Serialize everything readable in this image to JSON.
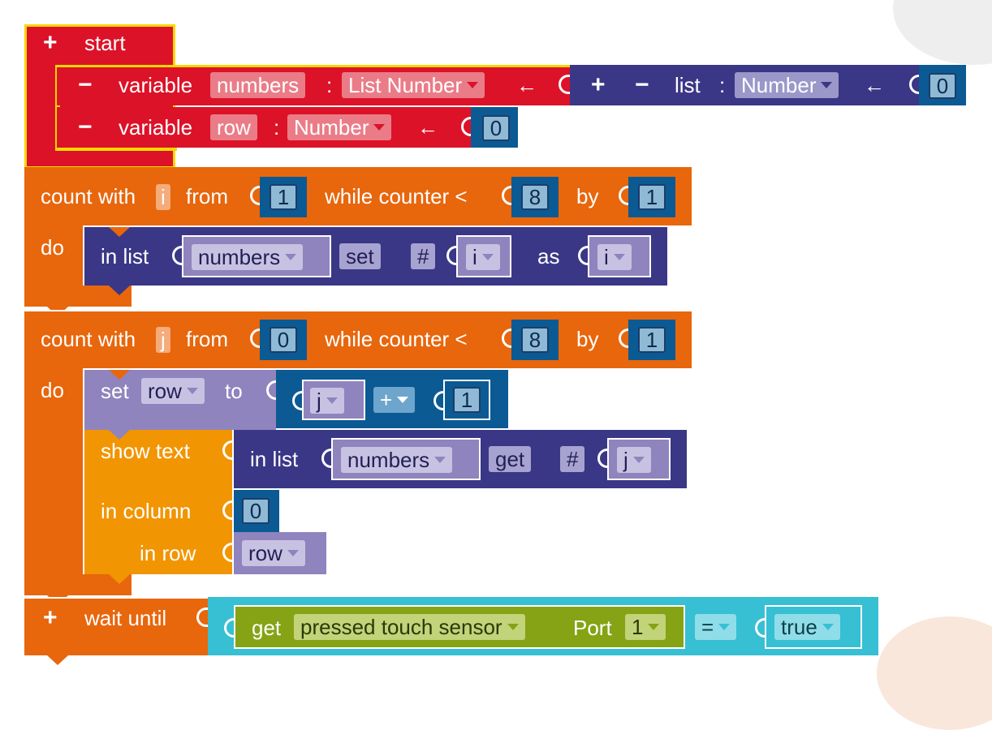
{
  "colors": {
    "start": "#dc1228",
    "loop": "#e8660c",
    "list": "#3a3786",
    "math": "#0b5a93",
    "setvar": "#8f84bd",
    "display": "#f19502",
    "sensor": "#85a314",
    "compare": "#37bfd3",
    "selection": "#f5d800"
  },
  "start": {
    "plus": "+",
    "label": "start",
    "var1": {
      "minus": "−",
      "kw": "variable",
      "name": "numbers",
      "colon": ":",
      "type": "List Number",
      "arrow": "←"
    },
    "list_block": {
      "plus": "+",
      "minus": "−",
      "kw": "list",
      "colon": ":",
      "type": "Number",
      "arrow": "←",
      "value": "0"
    },
    "var2": {
      "minus": "−",
      "kw": "variable",
      "name": "row",
      "colon": ":",
      "type": "Number",
      "arrow": "←",
      "value": "0"
    }
  },
  "loop1": {
    "label": "count with",
    "var": "i",
    "from": "from",
    "from_val": "1",
    "while": "while counter <",
    "to_val": "8",
    "by": "by",
    "by_val": "1",
    "do": "do",
    "body": {
      "in_list": "in list",
      "list_name": "numbers",
      "op": "set",
      "hash": "#",
      "index": "i",
      "as": "as",
      "value": "i"
    }
  },
  "loop2": {
    "label": "count with",
    "var": "j",
    "from": "from",
    "from_val": "0",
    "while": "while counter <",
    "to_val": "8",
    "by": "by",
    "by_val": "1",
    "do": "do",
    "set": {
      "kw": "set",
      "var": "row",
      "to": "to",
      "lhs": "j",
      "op": "+",
      "rhs": "1"
    },
    "show": {
      "show_text": "show text",
      "in_list": "in list",
      "list_name": "numbers",
      "op": "get",
      "hash": "#",
      "index": "j",
      "in_column": "in column",
      "col_val": "0",
      "in_row": "in row",
      "row_var": "row"
    }
  },
  "wait": {
    "plus": "+",
    "label": "wait until",
    "get": "get",
    "mode": "pressed  touch sensor",
    "port_label": "Port",
    "port": "1",
    "op": "=",
    "value": "true"
  }
}
